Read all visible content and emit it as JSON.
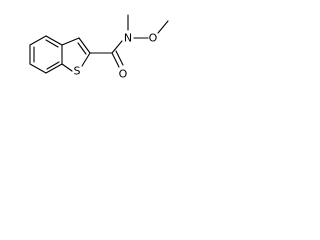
{
  "molecule": {
    "atoms": {
      "sulfur": "S",
      "carbonyl_oxygen": "O",
      "amide_nitrogen": "N",
      "methoxy_oxygen": "O"
    }
  },
  "colors": {
    "bond": "#000000",
    "background": "#ffffff"
  }
}
